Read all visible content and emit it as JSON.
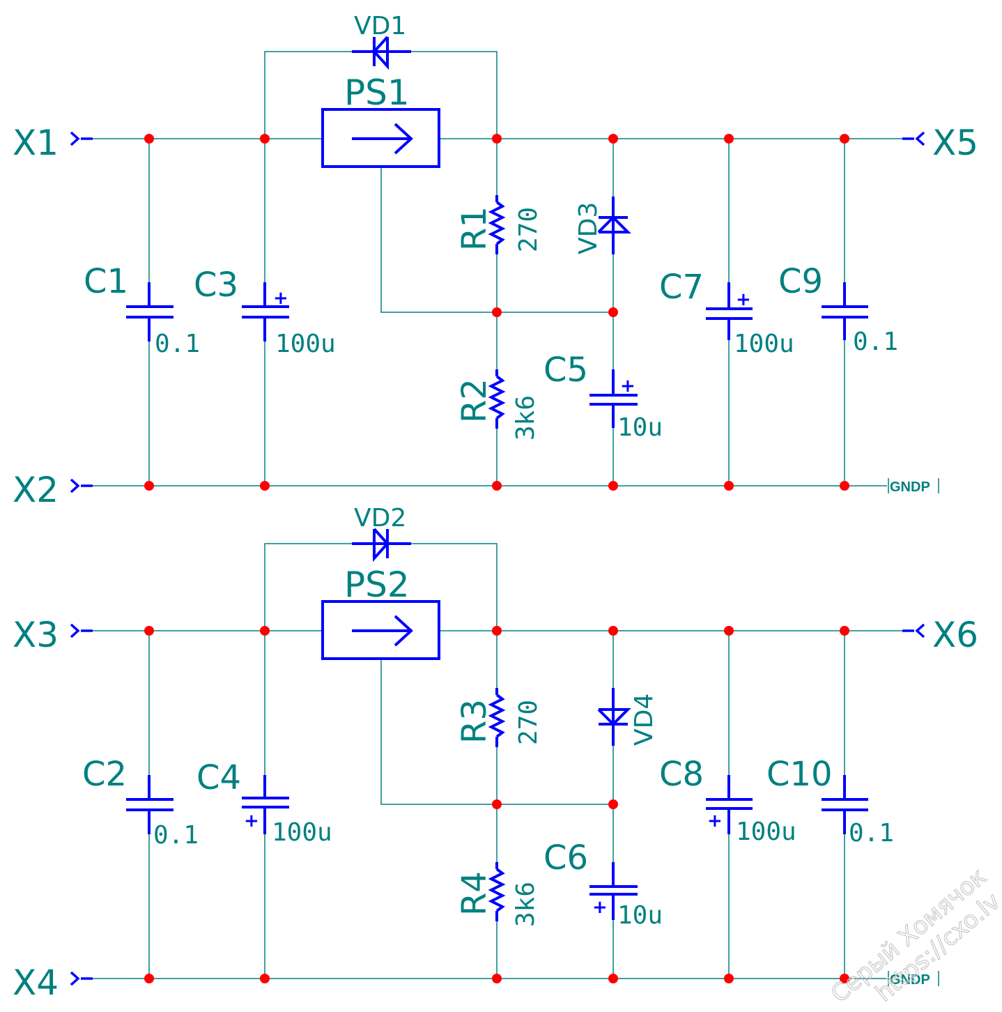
{
  "diagram": {
    "type": "schematic",
    "colors": {
      "wire": "#008080",
      "symbol": "#0000ff",
      "junction": "#ff0000",
      "label": "#008080",
      "watermark": "#c8c8c8"
    },
    "channels": [
      {
        "id": "upper",
        "connectors": {
          "in": "X1",
          "gnd_in": "X2",
          "out": "X5"
        },
        "regulator": "PS1",
        "bypass_diode": "VD1",
        "shunt_diode": "VD3",
        "r_top": {
          "ref": "R1",
          "value": "270"
        },
        "r_bottom": {
          "ref": "R2",
          "value": "3k6"
        },
        "c_adj": {
          "ref": "C5",
          "value": "10u"
        },
        "c_in_ceramic": {
          "ref": "C1",
          "value": "0.1"
        },
        "c_in_electrolytic": {
          "ref": "C3",
          "value": "100u"
        },
        "c_out_electrolytic": {
          "ref": "C7",
          "value": "100u"
        },
        "c_out_ceramic": {
          "ref": "C9",
          "value": "0.1"
        },
        "ground_net": "GNDP"
      },
      {
        "id": "lower",
        "connectors": {
          "in": "X3",
          "gnd_in": "X4",
          "out": "X6"
        },
        "regulator": "PS2",
        "bypass_diode": "VD2",
        "shunt_diode": "VD4",
        "r_top": {
          "ref": "R3",
          "value": "270"
        },
        "r_bottom": {
          "ref": "R4",
          "value": "3k6"
        },
        "c_adj": {
          "ref": "C6",
          "value": "10u"
        },
        "c_in_ceramic": {
          "ref": "C2",
          "value": "0.1"
        },
        "c_in_electrolytic": {
          "ref": "C4",
          "value": "100u"
        },
        "c_out_electrolytic": {
          "ref": "C8",
          "value": "100u"
        },
        "c_out_ceramic": {
          "ref": "C10",
          "value": "0.1"
        },
        "ground_net": "GNDP"
      }
    ],
    "polarity_mark": "+",
    "watermark": {
      "line1": "Серый Хомячок",
      "line2": "https://cxo.lv"
    }
  }
}
